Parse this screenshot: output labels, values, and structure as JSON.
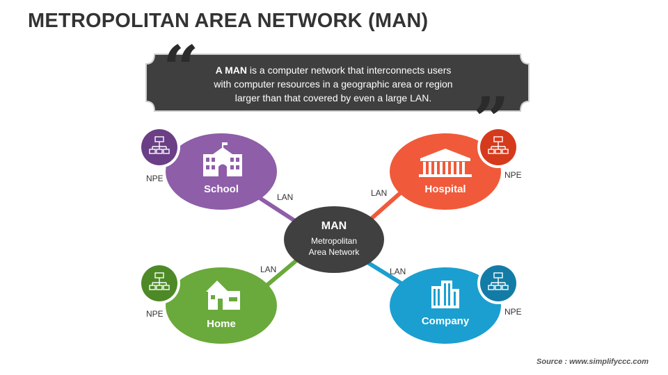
{
  "title": "METROPOLITAN AREA NETWORK (MAN)",
  "definition": {
    "lead": "A MAN",
    "rest_line1": " is a computer network that interconnects users",
    "line2": "with computer resources in a geographic area or region",
    "line3": "larger than that covered by even a large LAN."
  },
  "center": {
    "title": "MAN",
    "line1": "Metropolitan",
    "line2": "Area Network",
    "color": "#404040"
  },
  "nodes": {
    "school": {
      "label": "School",
      "color": "#8e5ea8",
      "icon": "school-building-icon"
    },
    "hospital": {
      "label": "Hospital",
      "color": "#f05a3a",
      "icon": "hospital-building-icon"
    },
    "home": {
      "label": "Home",
      "color": "#6aa93b",
      "icon": "house-icon"
    },
    "company": {
      "label": "Company",
      "color": "#1b9fd0",
      "icon": "office-tower-icon"
    }
  },
  "links": {
    "school": "LAN",
    "hospital": "LAN",
    "home": "LAN",
    "company": "LAN"
  },
  "npe": {
    "school": "NPE",
    "hospital": "NPE",
    "home": "NPE",
    "company": "NPE"
  },
  "source": "Source : www.simplifyccc.com"
}
